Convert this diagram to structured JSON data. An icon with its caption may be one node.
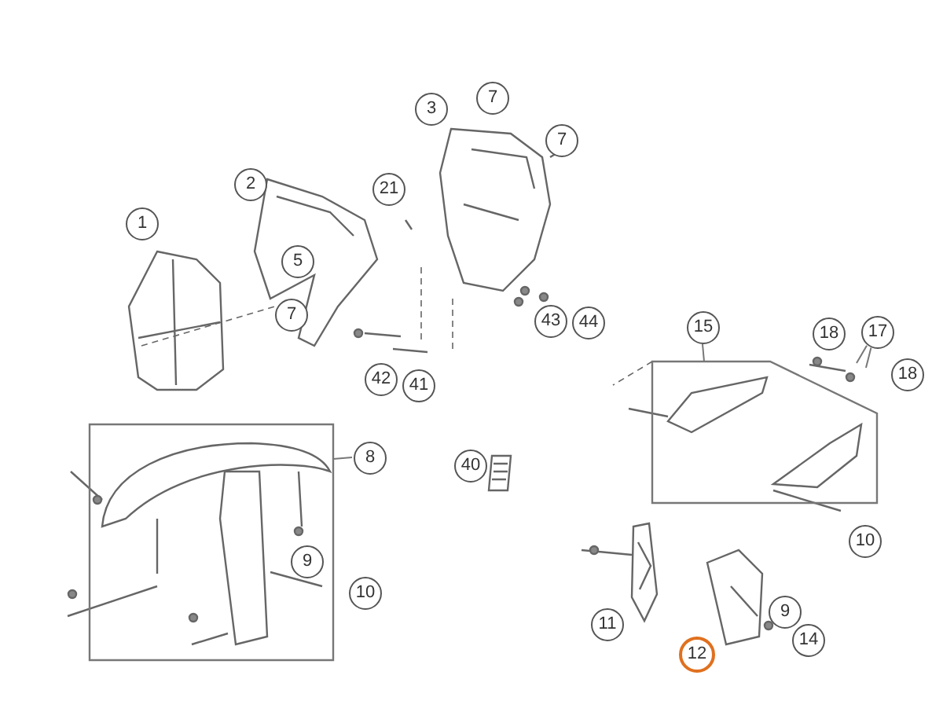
{
  "diagram": {
    "nodes": [
      {
        "text": [
          "7"
        ]
      },
      {
        "text": [
          "3"
        ]
      },
      {
        "text": [
          "7"
        ]
      },
      {
        "text": [
          "2"
        ]
      },
      {
        "text": [
          "21"
        ]
      },
      {
        "text": [
          "1"
        ]
      },
      {
        "text": [
          "5"
        ]
      },
      {
        "text": [
          "7"
        ]
      },
      {
        "text": [
          "43"
        ]
      },
      {
        "text": [
          "44"
        ]
      },
      {
        "text": [
          "15"
        ]
      },
      {
        "text": [],
        "shape": "box"
      },
      {
        "text": [
          "18"
        ]
      },
      {
        "text": [
          "17"
        ]
      },
      {
        "text": [
          "18"
        ]
      },
      {
        "text": [
          "42"
        ]
      },
      {
        "text": [
          "41"
        ]
      },
      {
        "text": [
          "8"
        ]
      },
      {
        "text": [],
        "shape": "box"
      },
      {
        "text": [
          "40"
        ]
      },
      {
        "text": [
          "9"
        ],
        "in": 11
      },
      {
        "text": [
          "10"
        ]
      },
      {
        "text": [
          "10"
        ]
      },
      {
        "text": [
          "9"
        ]
      },
      {
        "text": [
          "11"
        ]
      },
      {
        "text": [
          "14"
        ]
      },
      {
        "text": [
          "12"
        ]
      }
    ],
    "edges": [
      {
        "from": 17,
        "to": 11,
        "arrow": "none"
      },
      {
        "from": 10,
        "to": 18,
        "arrow": "none"
      },
      {
        "from": 13,
        "to": null,
        "arrow": "none"
      },
      {
        "from": 13,
        "to": null,
        "arrow": "none"
      }
    ]
  }
}
